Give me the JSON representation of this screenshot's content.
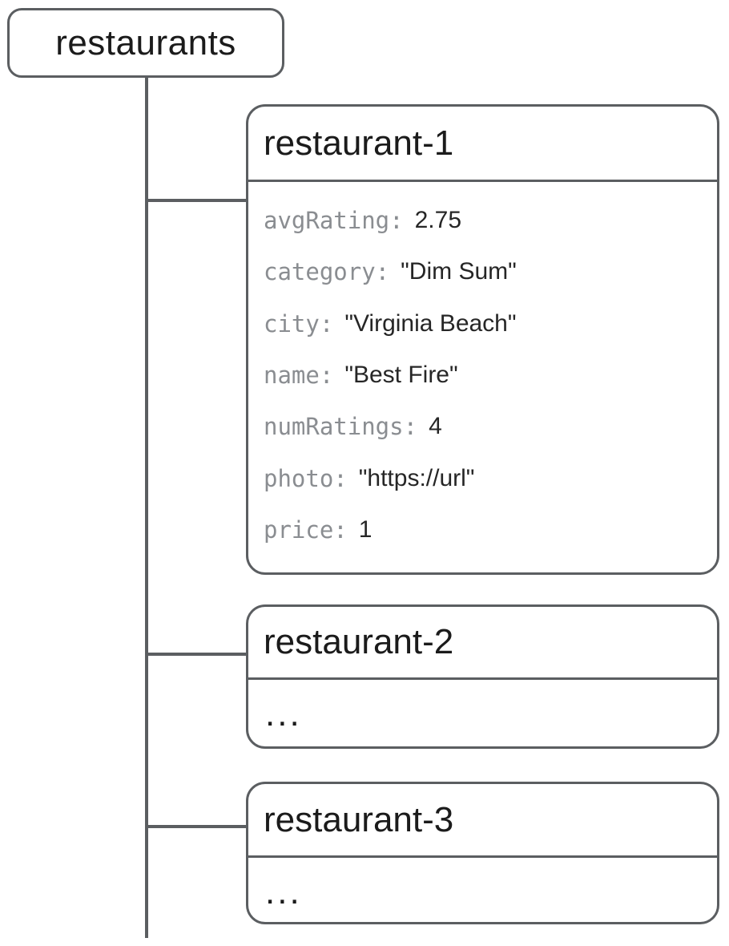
{
  "diagram": {
    "colors": {
      "line": "#5b5e61",
      "key_text": "#8a8d91",
      "value_text": "#262626",
      "title_text": "#1b1b1b",
      "background": "#ffffff"
    },
    "root": {
      "label": "restaurants"
    },
    "documents": [
      {
        "id": "restaurant-1",
        "fields": [
          {
            "key": "avgRating:",
            "value": "2.75"
          },
          {
            "key": "category:",
            "value": "\"Dim Sum\""
          },
          {
            "key": "city:",
            "value": "\"Virginia Beach\""
          },
          {
            "key": "name:",
            "value": "\"Best Fire\""
          },
          {
            "key": "numRatings:",
            "value": "4"
          },
          {
            "key": "photo:",
            "value": "\"https://url\""
          },
          {
            "key": "price:",
            "value": "1"
          }
        ]
      },
      {
        "id": "restaurant-2",
        "ellipsis": "..."
      },
      {
        "id": "restaurant-3",
        "ellipsis": "..."
      }
    ]
  }
}
